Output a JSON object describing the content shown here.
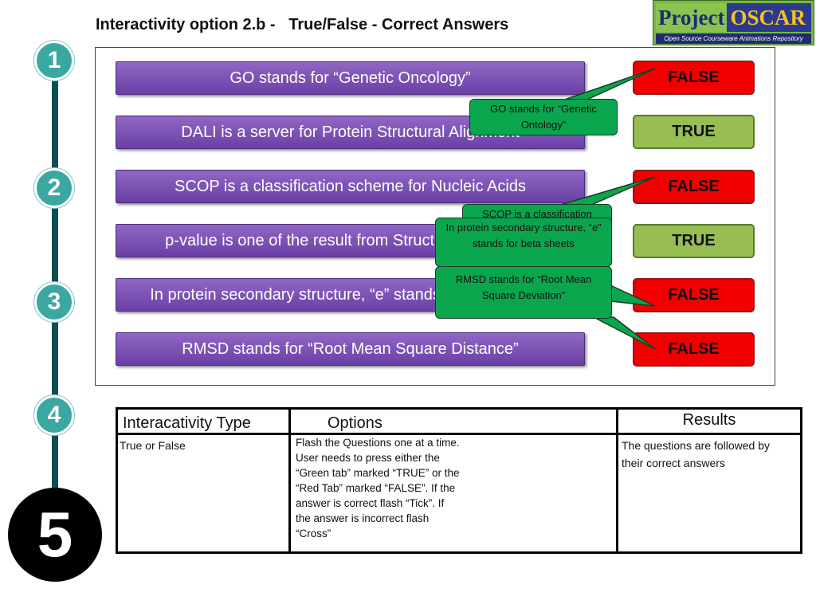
{
  "title": "Interactivity option 2.b -   True/False - Correct Answers",
  "logo": {
    "word1": "Project",
    "word2": "OSCAR",
    "tagline": "Open Source Courseware Animations Repository"
  },
  "steps": [
    "1",
    "2",
    "3",
    "4",
    "5"
  ],
  "questions": [
    {
      "text": "GO stands for “Genetic Oncology”",
      "answer": "FALSE"
    },
    {
      "text": "DALI is a server for Protein Structural Alignment",
      "answer": "TRUE"
    },
    {
      "text": "SCOP is a classification scheme for Nucleic Acids",
      "answer": "FALSE"
    },
    {
      "text": "p-value is one of the result from Structural Alignment",
      "answer": "TRUE"
    },
    {
      "text": "In protein secondary structure, “e” stands for beta sheets",
      "answer": "FALSE"
    },
    {
      "text": "RMSD stands for “Root Mean Square Distance”",
      "answer": "FALSE"
    }
  ],
  "callouts": {
    "go": "GO stands for “Genetic Ontology”",
    "scop": "SCOP is a classification scheme for Proteins",
    "e": "In protein secondary structure, “e” stands for beta sheets",
    "rmsd": "RMSD stands for “Root Mean Square Deviation”"
  },
  "table": {
    "headers": {
      "type": "Interacativity Type",
      "options": "Options",
      "results": "Results"
    },
    "type_value": "True or False",
    "options_lines": [
      "Flash the Questions one at a time.",
      "User needs to press either the",
      "“Green tab” marked “TRUE” or the",
      "“Red Tab” marked “FALSE”. If the",
      "answer is correct flash “Tick”. If",
      "the answer is incorrect flash",
      "“Cross”"
    ],
    "results_value": "The questions are followed by their correct answers"
  },
  "colors": {
    "false_tab": "#f20000",
    "true_tab": "#98bd52",
    "question_bar": "#7a52b5",
    "callout": "#0aa64e",
    "step_circle": "#3aa7a2"
  }
}
